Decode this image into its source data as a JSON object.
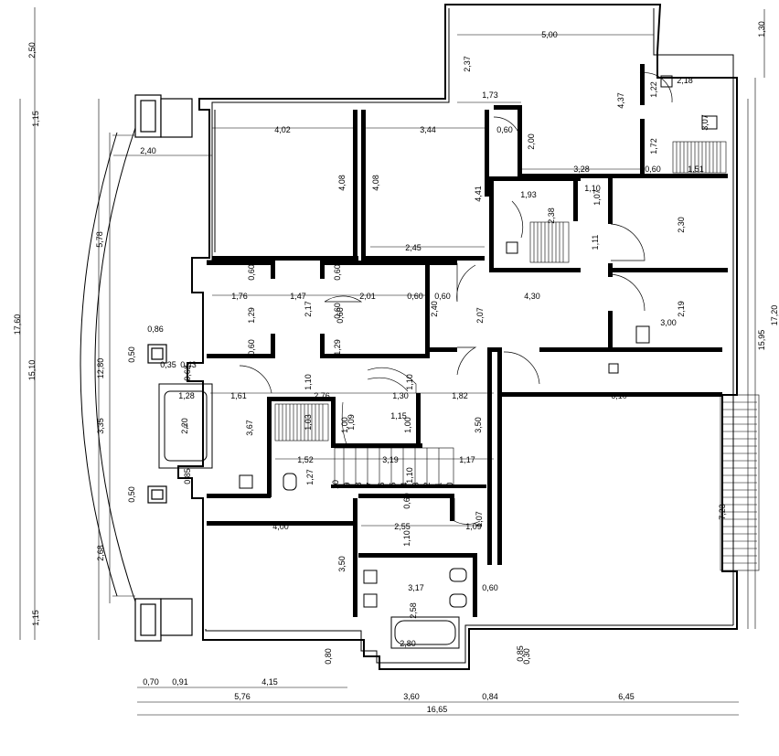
{
  "plan": {
    "dimensions": {
      "bottom_row1": [
        "0,70",
        "0,91",
        "4,15"
      ],
      "bottom_row2": [
        "5,76",
        "3,60",
        "0,84",
        "6,45"
      ],
      "bottom_total": "16,65",
      "left_outer": [
        "2,50",
        "17,60",
        "15,10",
        "1,15",
        "1,15"
      ],
      "left_inner": [
        "2,40",
        "5,78",
        "12,80",
        "3,35",
        "2,68",
        "0,50",
        "0,50",
        "0,86",
        "0,35",
        "0,43"
      ],
      "right_outer": [
        "1,30",
        "17,20",
        "15,95"
      ],
      "rooms": {
        "living_left": [
          "4,02",
          "4,08"
        ],
        "room_mid": [
          "3,44",
          "4,08",
          "2,45"
        ],
        "upper_right": [
          "5,00",
          "2,37",
          "4,37",
          "1,73",
          "0,60",
          "2,00",
          "1,22",
          "2,18",
          "3,07",
          "1,72",
          "0,60",
          "1,51",
          "3,28"
        ],
        "bath_top": [
          "1,93",
          "2,38",
          "1,10",
          "1,07",
          "1,11",
          "4,41"
        ],
        "right_rooms": [
          "2,30",
          "2,19",
          "3,00",
          "4,30"
        ],
        "corridor": [
          "0,60",
          "0,60",
          "1,76",
          "1,47",
          "1,29",
          "2,17",
          "0,60",
          "2,01",
          "0,60",
          "0,60",
          "1,29",
          "0,60",
          "0,60",
          "2,40",
          "2,07"
        ],
        "center": [
          "0,62",
          "1,61",
          "2,76",
          "1,10",
          "1,30",
          "1,82",
          "1,10",
          "1,28",
          "2,20",
          "3,67",
          "1,03",
          "1,09",
          "1,15",
          "1,00",
          "1,00",
          "3,50",
          "6,10"
        ],
        "stair": [
          "1,52",
          "3,19",
          "1,17",
          "1,10",
          "1,27",
          "0,85"
        ],
        "stair_steps": [
          "10",
          "9",
          "8",
          "7",
          "6",
          "5",
          "4",
          "3",
          "2",
          "1",
          "0"
        ],
        "lower": [
          "4,00",
          "3,50",
          "2,55",
          "0,60",
          "1,09",
          "1,07",
          "1,10",
          "3,17",
          "2,58",
          "2,80",
          "0,60",
          "0,80",
          "7,23",
          "0,85",
          "0,30"
        ]
      }
    }
  }
}
